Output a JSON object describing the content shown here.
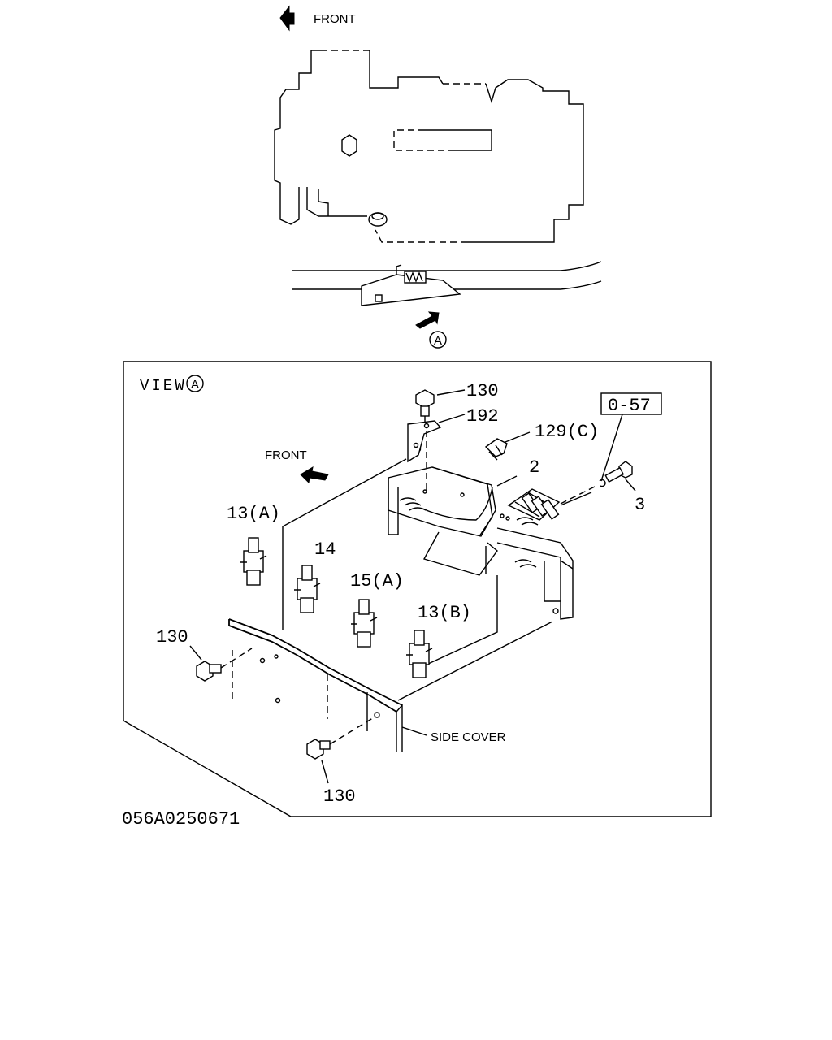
{
  "top_view": {
    "front_label": "FRONT",
    "view_marker": "A"
  },
  "view_panel": {
    "title": "VIEW",
    "title_marker": "A",
    "front_label": "FRONT",
    "side_cover_label": "SIDE COVER",
    "reference_box": "0-57",
    "parts": {
      "bolt_top": "130",
      "bracket": "192",
      "clip": "129(C)",
      "relay_bracket": "2",
      "screw": "3",
      "relay_13a": "13(A)",
      "relay_14": "14",
      "relay_15a": "15(A)",
      "relay_13b": "13(B)",
      "bolt_left": "130",
      "bolt_bottom": "130"
    }
  },
  "drawing_number": "056A0250671"
}
